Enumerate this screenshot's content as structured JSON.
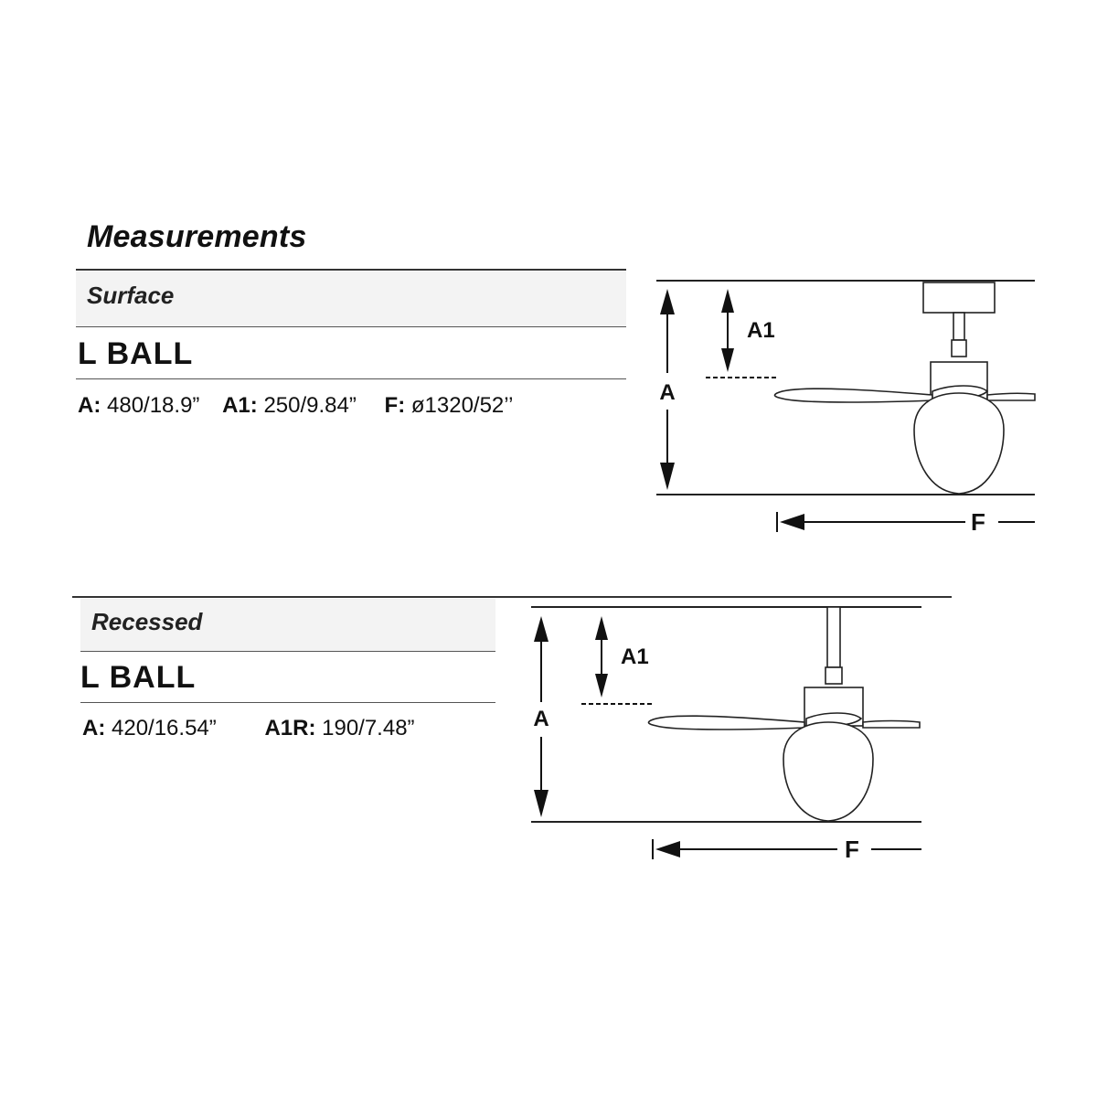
{
  "page": {
    "title": "Measurements"
  },
  "sections": [
    {
      "mount": "Surface",
      "model": "L BALL",
      "specs": [
        {
          "label": "A:",
          "value": "480/18.9”"
        },
        {
          "label": "A1:",
          "value": "250/9.84”"
        },
        {
          "label": "F:",
          "value": "ø1320/52’’"
        }
      ],
      "diagram_labels": {
        "a": "A",
        "a1": "A1",
        "f": "F"
      }
    },
    {
      "mount": "Recessed",
      "model": "L BALL",
      "specs": [
        {
          "label": "A:",
          "value": "420/16.54”"
        },
        {
          "label": "A1R:",
          "value": "190/7.48”"
        }
      ],
      "diagram_labels": {
        "a": "A",
        "a1": "A1",
        "f": "F"
      }
    }
  ]
}
